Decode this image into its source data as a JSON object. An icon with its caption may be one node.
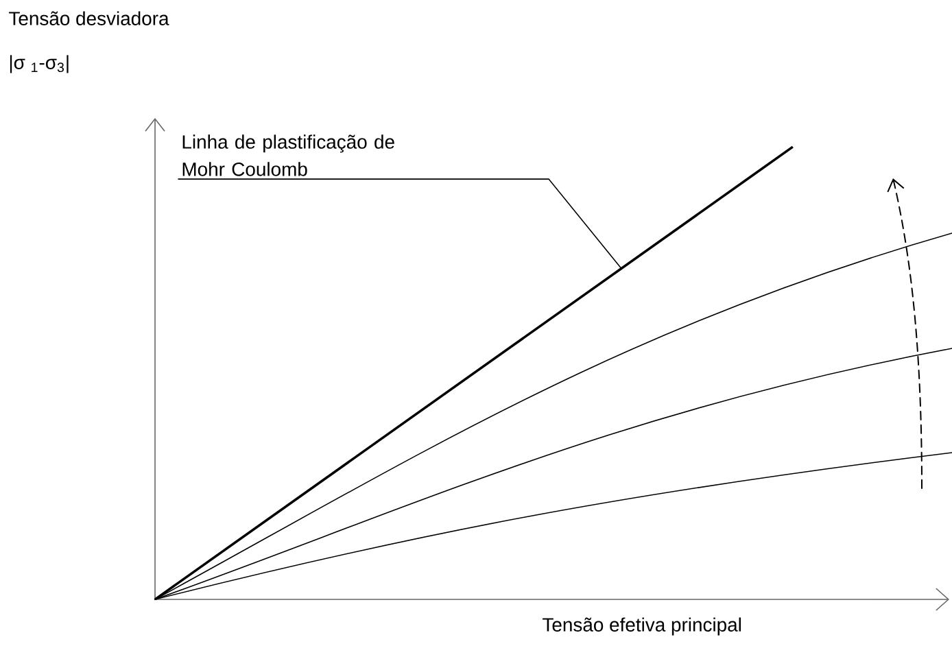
{
  "diagram": {
    "nodes": [
      {
        "text": [
          "Linha de plastificação de Mohr Coulomb"
        ]
      },
      {
        "text": [],
        "shape": "line"
      }
    ],
    "edges": [
      {
        "from": 0,
        "to": 1,
        "arrow": "none"
      }
    ],
    "labels": [
      "Tensão desviadora",
      "|σ $_{1}$-σ$_{3}$|",
      "Tensão efetiva principal"
    ]
  }
}
